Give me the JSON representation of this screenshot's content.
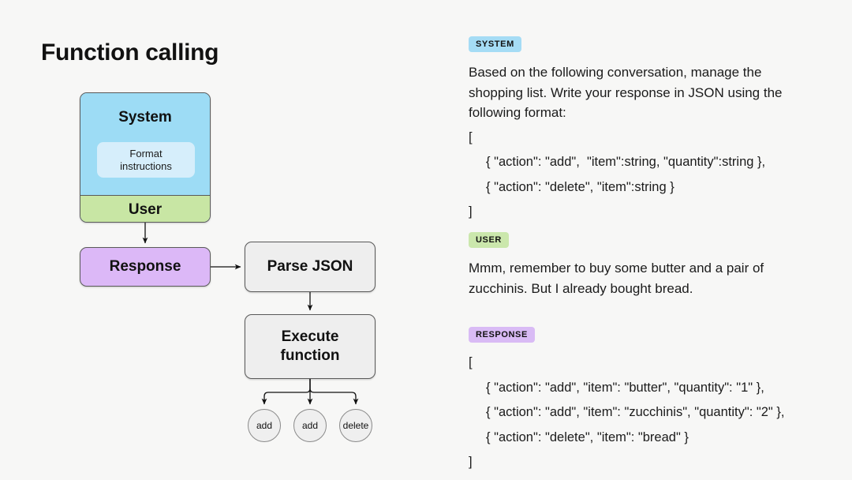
{
  "page": {
    "title": "Function calling",
    "background_color": "#f7f7f6"
  },
  "diagram": {
    "system_user_box": {
      "system_label": "System",
      "format_instructions_label": "Format\ninstructions",
      "user_label": "User",
      "system_color": "#9ddcf5",
      "format_instructions_color": "#d6eefb",
      "user_color": "#c8e6a4"
    },
    "response_box": {
      "label": "Response",
      "color": "#dcb8f7"
    },
    "parse_json_box": {
      "label": "Parse JSON",
      "color": "#eeeeee"
    },
    "execute_function_box": {
      "label": "Execute\nfunction",
      "color": "#eeeeee"
    },
    "leaf_nodes": [
      {
        "label": "add"
      },
      {
        "label": "add"
      },
      {
        "label": "delete"
      }
    ]
  },
  "conversation": [
    {
      "role_badge": "SYSTEM",
      "badge_color": "#a5dcf5",
      "text": "Based on the following conversation, manage the\nshopping list. Write your response in JSON using the\nfollowing format:",
      "json_open": "[",
      "json_lines": [
        "{ \"action\": \"add\",  \"item\":string, \"quantity\":string },",
        "{ \"action\": \"delete\", \"item\":string }"
      ],
      "json_close": "]"
    },
    {
      "role_badge": "USER",
      "badge_color": "#cbe7ac",
      "text": "Mmm, remember to buy some butter and a pair of\nzucchinis. But I already bought bread."
    },
    {
      "role_badge": "RESPONSE",
      "badge_color": "#d9bbf5",
      "json_open": "[",
      "json_lines": [
        "{ \"action\": \"add\", \"item\": \"butter\", \"quantity\": \"1\" },",
        "{ \"action\": \"add\", \"item\": \"zucchinis\", \"quantity\": \"2\" },",
        "{ \"action\": \"delete\", \"item\": \"bread\" }"
      ],
      "json_close": "]"
    }
  ]
}
